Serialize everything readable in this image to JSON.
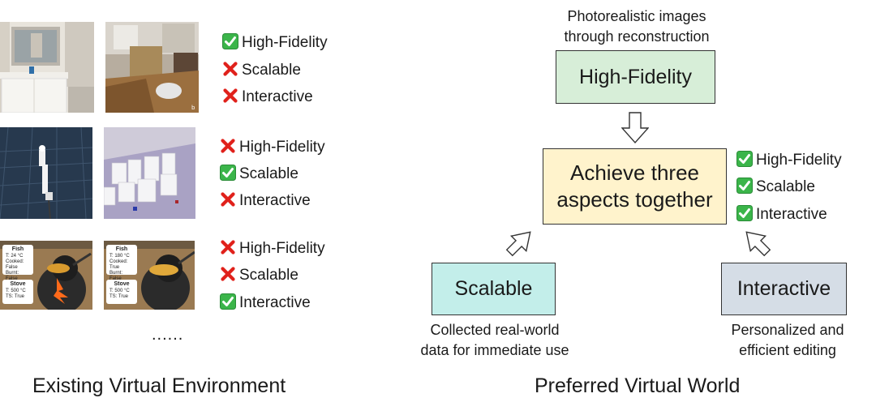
{
  "left_panel": {
    "title": "Existing Virtual Environment",
    "ellipsis": "......",
    "rows": [
      {
        "criteria": [
          {
            "label": "High-Fidelity",
            "status": "check"
          },
          {
            "label": "Scalable",
            "status": "cross"
          },
          {
            "label": "Interactive",
            "status": "cross"
          }
        ]
      },
      {
        "criteria": [
          {
            "label": "High-Fidelity",
            "status": "cross"
          },
          {
            "label": "Scalable",
            "status": "check"
          },
          {
            "label": "Interactive",
            "status": "cross"
          }
        ]
      },
      {
        "criteria": [
          {
            "label": "High-Fidelity",
            "status": "cross"
          },
          {
            "label": "Scalable",
            "status": "cross"
          },
          {
            "label": "Interactive",
            "status": "check"
          }
        ]
      }
    ],
    "thumb_badge": "b",
    "cards": {
      "left": {
        "fish": {
          "title": "Fish",
          "lines": [
            "T: 24 °C",
            "Cooked: False",
            "Burnt: False"
          ]
        },
        "stove": {
          "title": "Stove",
          "lines": [
            "T: 500 °C",
            "TS: True"
          ]
        }
      },
      "right": {
        "fish": {
          "title": "Fish",
          "lines": [
            "T: 180 °C",
            "Cooked: True",
            "Burnt: False"
          ]
        },
        "stove": {
          "title": "Stove",
          "lines": [
            "T: 500 °C",
            "TS: True"
          ]
        }
      }
    }
  },
  "right_panel": {
    "title": "Preferred Virtual World",
    "high_fidelity": {
      "label": "High-Fidelity",
      "caption_line1": "Photorealistic images",
      "caption_line2": "through reconstruction",
      "color": "#d7eed8"
    },
    "center": {
      "line1": "Achieve three",
      "line2": "aspects together",
      "color": "#fff3cc"
    },
    "scalable": {
      "label": "Scalable",
      "caption_line1": "Collected real-world",
      "caption_line2": "data for immediate use",
      "color": "#c3eeea"
    },
    "interactive": {
      "label": "Interactive",
      "caption_line1": "Personalized and",
      "caption_line2": "efficient editing",
      "color": "#d5dde6"
    },
    "center_criteria": [
      {
        "label": "High-Fidelity",
        "status": "check"
      },
      {
        "label": "Scalable",
        "status": "check"
      },
      {
        "label": "Interactive",
        "status": "check"
      }
    ]
  },
  "icons": {
    "check": "check-icon",
    "cross": "cross-icon",
    "check_color": "#3bb54a",
    "cross_color": "#e0211b"
  }
}
